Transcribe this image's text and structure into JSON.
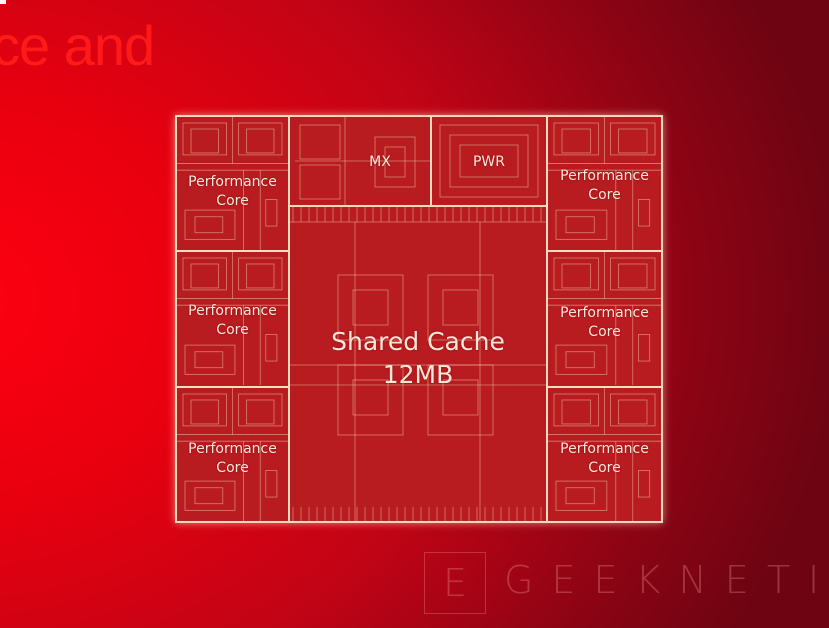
{
  "slide": {
    "title_fragment": "ce and"
  },
  "chip": {
    "blocks": {
      "core_left_1": "Performance Core",
      "core_left_2": "Performance Core",
      "core_left_3": "Performance Core",
      "core_right_1": "Performance Core",
      "core_right_2": "Performance Core",
      "core_right_3": "Performance Core",
      "mx": "MX",
      "pwr": "PWR",
      "cache_line1": "Shared Cache",
      "cache_line2": "12MB"
    }
  },
  "watermark": {
    "logo_letter": "E",
    "text": "GEEKNETIC"
  },
  "colors": {
    "background": "#e8000f",
    "block": "#b81c20",
    "outline": "#f3d6b8"
  }
}
